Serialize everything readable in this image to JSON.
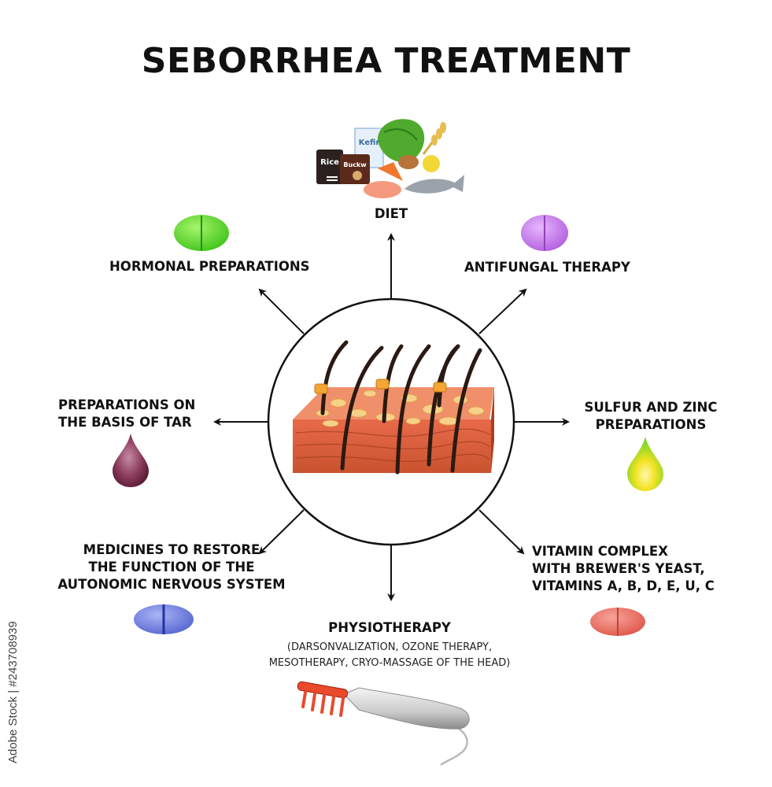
{
  "title": "SEBORRHEA TREATMENT",
  "food_labels": {
    "rice": "Rice",
    "buckwheat": "Buckw",
    "kefir": "Kefir"
  },
  "treatments": {
    "diet": "DIET",
    "hormonal": "HORMONAL PREPARATIONS",
    "antifungal": "ANTIFUNGAL THERAPY",
    "tar_line1": "PREPARATIONS ON",
    "tar_line2": "THE BASIS OF TAR",
    "sulfur_line1": "SULFUR AND ZINC",
    "sulfur_line2": "PREPARATIONS",
    "medicines_line1": "MEDICINES TO RESTORE",
    "medicines_line2": "THE FUNCTION OF THE",
    "medicines_line3": "AUTONOMIC NERVOUS SYSTEM",
    "vitamin_line1": "VITAMIN COMPLEX",
    "vitamin_line2": "WITH BREWER'S YEAST,",
    "vitamin_line3": "VITAMINS A, B, D, E, U, C",
    "physio": "PHYSIOTHERAPY",
    "physio_note_line1": "(DARSONVALIZATION, OZONE THERAPY,",
    "physio_note_line2": "MESOTHERAPY, CRYO-MASSAGE OF THE HEAD)"
  },
  "stock_id": "Adobe Stock | #243708939",
  "colors": {
    "hormonal_pill": "#66dd22",
    "antifungal_pill": "#cc77ee",
    "medicines_pill": "#6677dd",
    "vitamin_pill": "#e8665a",
    "tar_drop": "#7a2c4a",
    "sulfur_drop": "#c8e21a"
  }
}
